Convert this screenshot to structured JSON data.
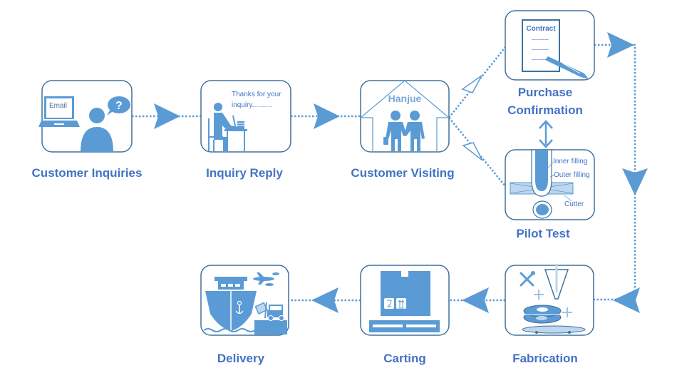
{
  "diagram": {
    "colors": {
      "primary": "#5b9bd5",
      "border": "#41719c",
      "label": "#4472c4",
      "light": "#bdd7ee",
      "text_small": "#4472c4"
    },
    "steps": [
      {
        "id": "customer-inquiries",
        "label": "Customer Inquiries",
        "icon": "laptop-person-question-icon",
        "inner_text": "Email"
      },
      {
        "id": "inquiry-reply",
        "label": "Inquiry Reply",
        "icon": "person-at-desk-icon",
        "inner_text_line1": "Thanks for your",
        "inner_text_line2": "inquiry.........."
      },
      {
        "id": "customer-visiting",
        "label": "Customer Visiting",
        "icon": "house-handshake-icon",
        "inner_text": "Hanjue"
      },
      {
        "id": "purchase-confirmation",
        "label_line1": "Purchase",
        "label_line2": "Confirmation",
        "icon": "contract-pen-icon",
        "inner_text": "Contract",
        "contract_lines": [
          "--------",
          "--------",
          "--------"
        ]
      },
      {
        "id": "pilot-test",
        "label": "Pilot Test",
        "icon": "encrusting-nozzle-icon",
        "annotations": [
          "Inner filling",
          "Outer filling",
          "Cutter"
        ]
      },
      {
        "id": "fabrication",
        "label": "Fabrication",
        "icon": "machine-parts-icon"
      },
      {
        "id": "carting",
        "label": "Carting",
        "icon": "cardboard-box-icon"
      },
      {
        "id": "delivery",
        "label": "Delivery",
        "icon": "ship-plane-forklift-icon"
      }
    ],
    "connections": [
      {
        "from": "customer-inquiries",
        "to": "inquiry-reply"
      },
      {
        "from": "inquiry-reply",
        "to": "customer-visiting"
      },
      {
        "from": "customer-visiting",
        "to": "purchase-confirmation"
      },
      {
        "from": "customer-visiting",
        "to": "pilot-test"
      },
      {
        "from": "pilot-test",
        "to": "purchase-confirmation",
        "bidirectional": true
      },
      {
        "from": "purchase-confirmation",
        "to": "fabrication"
      },
      {
        "from": "fabrication",
        "to": "carting"
      },
      {
        "from": "carting",
        "to": "delivery"
      }
    ]
  }
}
